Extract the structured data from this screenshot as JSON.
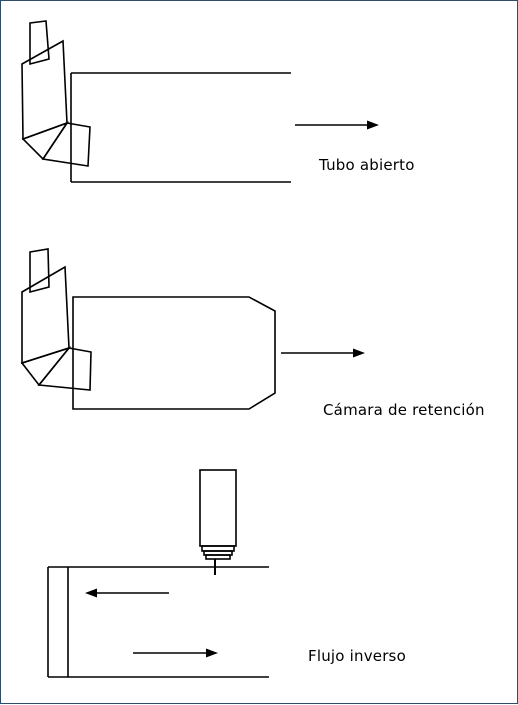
{
  "panels": [
    {
      "id": "open-tube",
      "label": "Tubo abierto"
    },
    {
      "id": "retention-chamber",
      "label": "Cámara de retención"
    },
    {
      "id": "reverse-flow",
      "label": "Flujo inverso"
    }
  ],
  "colors": {
    "stroke": "#000000",
    "frame": "#2e4d6b",
    "background": "#ffffff"
  }
}
